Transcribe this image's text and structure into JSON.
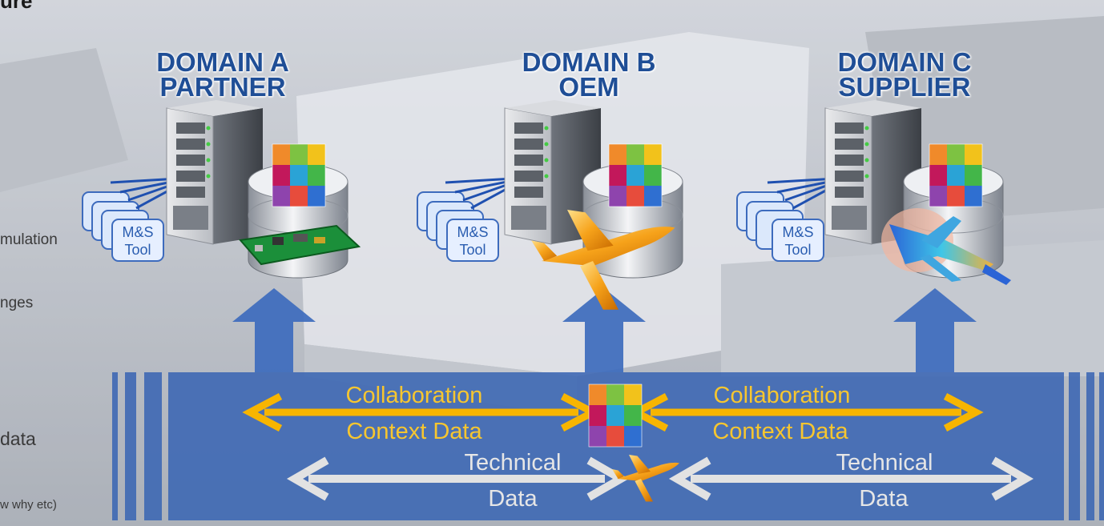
{
  "header": {
    "title_fragment": "ure"
  },
  "left_column": {
    "lines": [
      "mulation",
      "nges",
      "data",
      "w why etc)"
    ]
  },
  "domains": [
    {
      "line1": "DOMAIN A",
      "line2": "PARTNER"
    },
    {
      "line1": "DOMAIN B",
      "line2": "OEM"
    },
    {
      "line1": "DOMAIN C",
      "line2": "SUPPLIER"
    }
  ],
  "tool_badge": {
    "line1": "M&S",
    "line2": "Tool"
  },
  "band": {
    "left": {
      "collab": "Collaboration",
      "context": "Context Data",
      "tech1": "Technical",
      "tech2": "Data"
    },
    "right": {
      "collab": "Collaboration",
      "context": "Context Data",
      "tech1": "Technical",
      "tech2": "Data"
    }
  },
  "colors": {
    "domain_title": "#1f4e96",
    "band": "#3e68b4",
    "collaboration_arrow": "#f7b500",
    "technical_arrow": "#e2e2e2",
    "upward_arrow": "#3d6bbd"
  }
}
